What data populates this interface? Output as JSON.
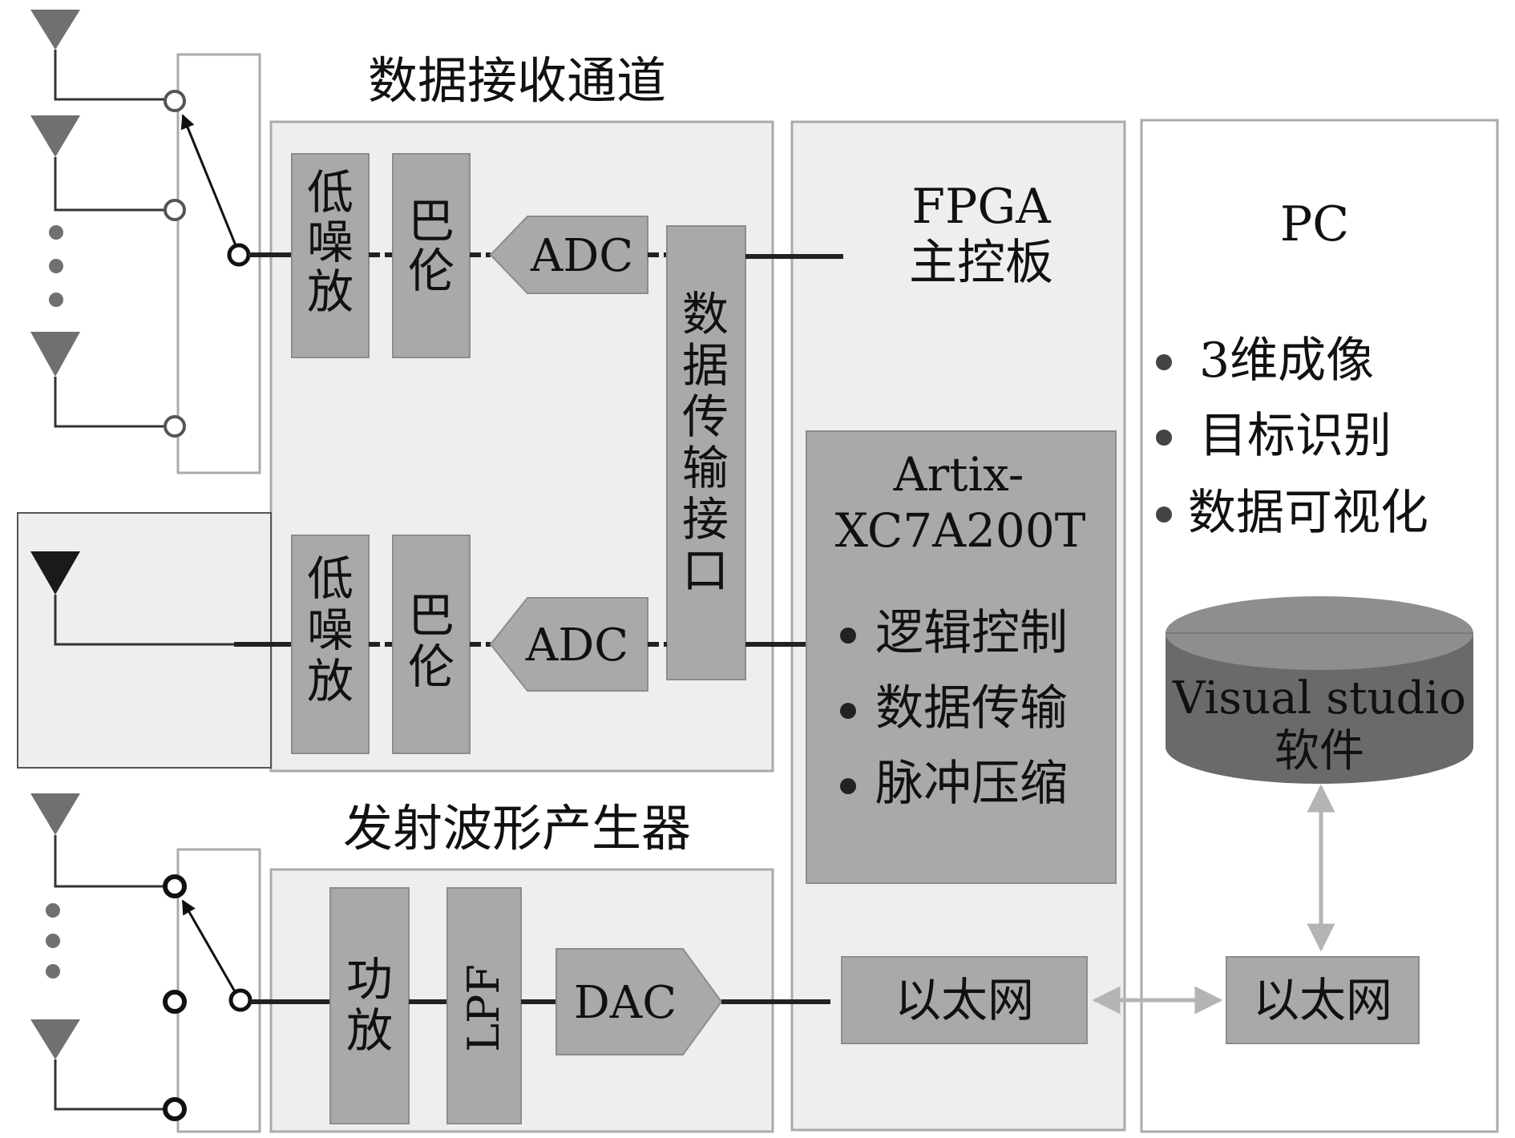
{
  "titles": {
    "rx_channel": "数据接收通道",
    "tx_generator": "发射波形产生器"
  },
  "rx": {
    "lna": "低噪放",
    "balun": "巴伦",
    "adc": "ADC",
    "interface": "数据传输接口"
  },
  "tx": {
    "pa": "功放",
    "lpf": "LPF",
    "dac": "DAC"
  },
  "fpga": {
    "title_line1": "FPGA",
    "title_line2": "主控板",
    "chip_line1": "Artix-",
    "chip_line2": "XC7A200T",
    "functions": [
      "逻辑控制",
      "数据传输",
      "脉冲压缩"
    ],
    "ethernet": "以太网"
  },
  "pc": {
    "title": "PC",
    "functions": [
      "3维成像",
      "目标识别",
      "数据可视化"
    ],
    "software_line1": "Visual studio",
    "software_line2": "软件",
    "ethernet": "以太网"
  },
  "colors": {
    "panel_fill": "#eeeeee",
    "panel_stroke": "#aaaaaa",
    "block_fill": "#a9a9a9",
    "block_stroke": "#8c8c8c",
    "antenna_grey": "#707070",
    "antenna_black": "#1a1a1a",
    "db_top": "#8e8e8e",
    "db_body": "#6a6a6a",
    "arrow_grey": "#b4b4b4"
  }
}
